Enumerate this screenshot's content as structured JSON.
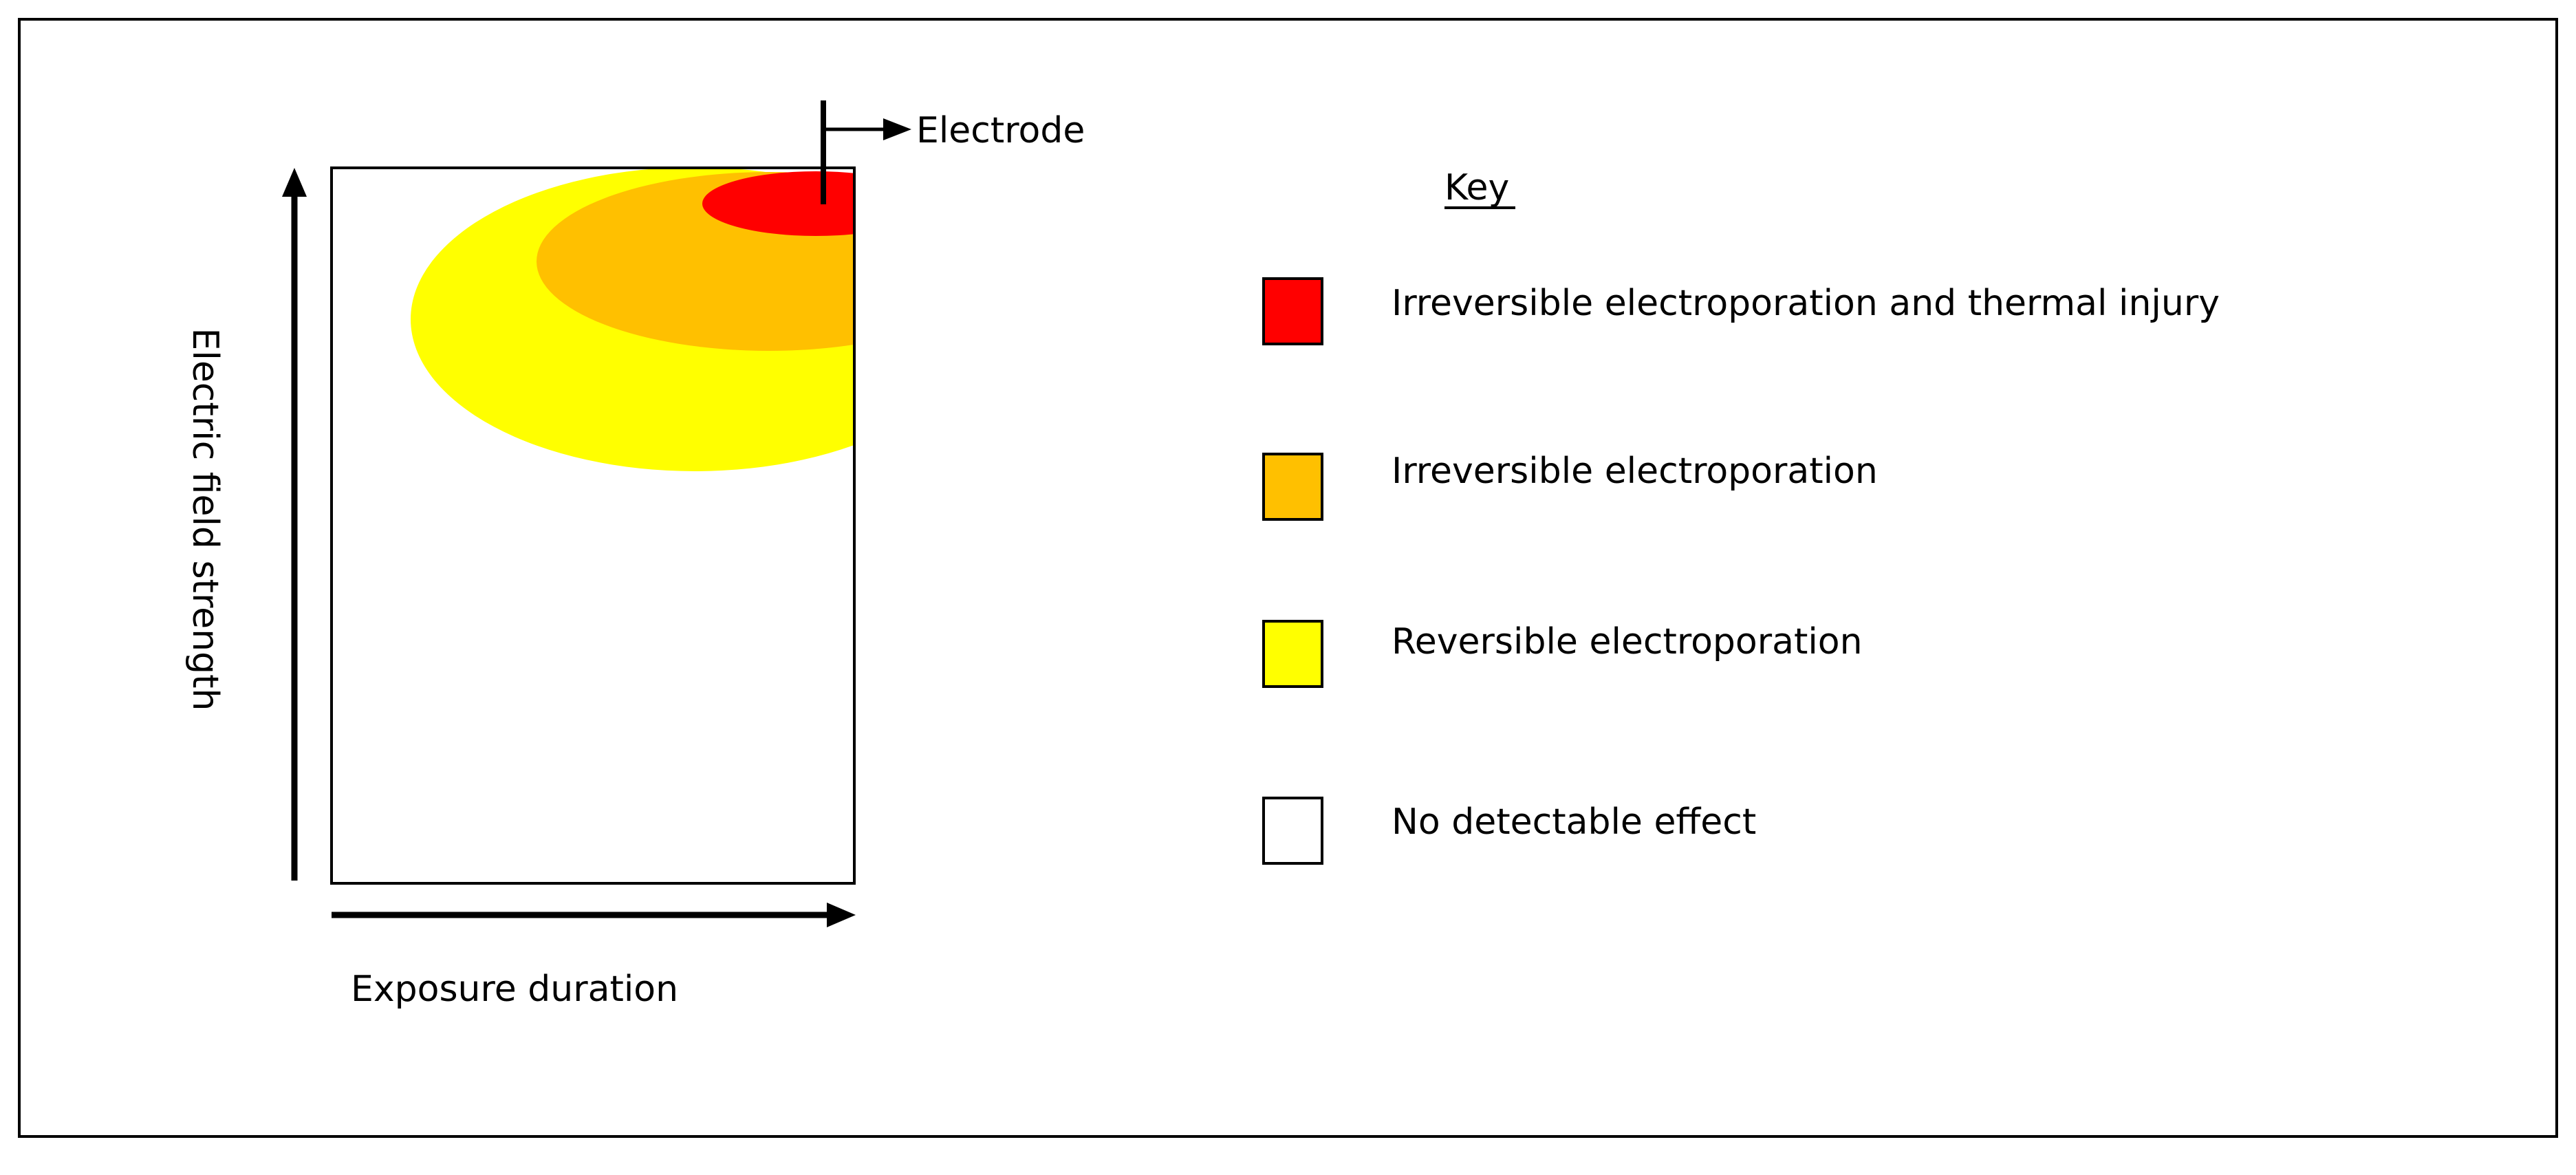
{
  "diagram": {
    "y_axis_label": "Electric field strength",
    "x_axis_label": "Exposure duration",
    "electrode_label": "Electrode"
  },
  "key": {
    "title": "Key",
    "items": [
      {
        "label": "Irreversible electroporation and thermal injury",
        "color": "#ff0000"
      },
      {
        "label": "Irreversible electroporation",
        "color": "#ffc000"
      },
      {
        "label": "Reversible electroporation",
        "color": "#ffff00"
      },
      {
        "label": "No detectable effect",
        "color": "#ffffff"
      }
    ]
  },
  "colors": {
    "thermal_zone": "#ff0000",
    "irreversible_zone": "#ffc000",
    "reversible_zone": "#ffff00",
    "outline": "#000000",
    "background": "#ffffff"
  }
}
